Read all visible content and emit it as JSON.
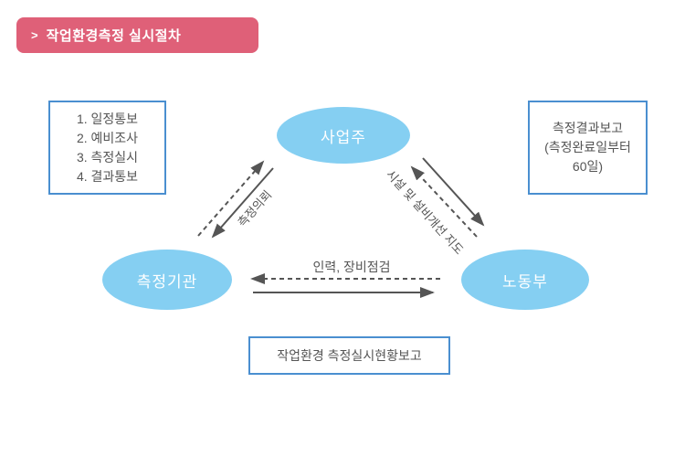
{
  "banner": {
    "chevron": ">",
    "title": "작업환경측정 실시절차",
    "bg_color": "#df6078",
    "text_color": "#ffffff"
  },
  "boxes": {
    "left_list": {
      "items": [
        "1. 일정통보",
        "2. 예비조사",
        "3. 측정실시",
        "4. 결과통보"
      ],
      "border_color": "#4a8fd0"
    },
    "result_report": {
      "lines": [
        "측정결과보고",
        "(측정완료일부터",
        "60일)"
      ]
    },
    "status_report": {
      "label": "작업환경 측정실시현황보고"
    }
  },
  "nodes": {
    "employer": {
      "label": "사업주",
      "fill": "#85cff2"
    },
    "agency": {
      "label": "측정기관",
      "fill": "#85cff2"
    },
    "labor_ministry": {
      "label": "노동부",
      "fill": "#85cff2"
    }
  },
  "edges": {
    "measurement_request": {
      "label": "측정의뢰"
    },
    "facility_guidance": {
      "label": "시설 및 설비개선 지도"
    },
    "personnel_equipment_check": {
      "label": "인력, 장비점검"
    },
    "arrow_color": "#555555"
  }
}
